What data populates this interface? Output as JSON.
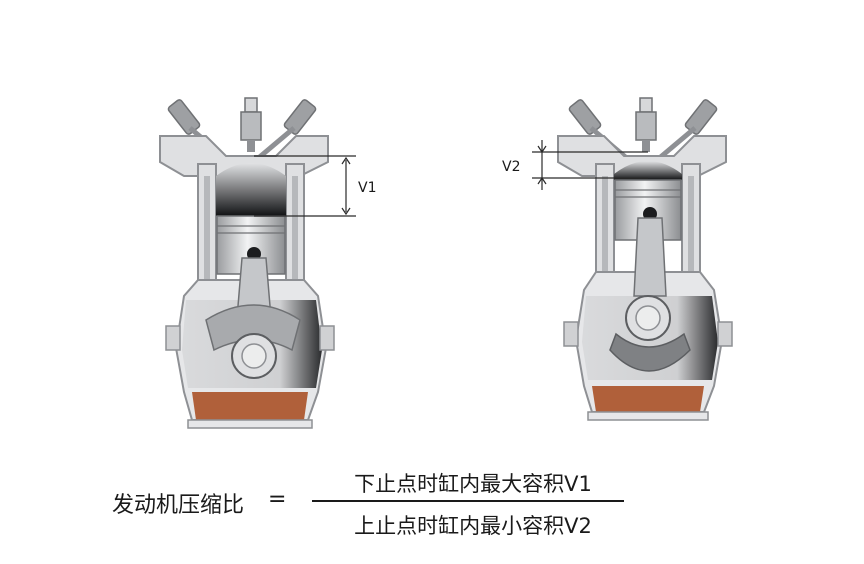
{
  "diagram": {
    "left_engine": {
      "dimension_label": "V1"
    },
    "right_engine": {
      "dimension_label": "V2"
    }
  },
  "formula": {
    "label": "发动机压缩比",
    "equals": "=",
    "numerator": "下止点时缸内最大容积V1",
    "denominator": "上止点时缸内最小容积V2"
  },
  "colors": {
    "engine_outline": "#8e9094",
    "engine_light": "#e6e7e9",
    "engine_dark": "#2b2c2e",
    "oil": "#b0603a",
    "combustion_gradient_top": "#e2e3e5",
    "combustion_gradient_bottom": "#111214"
  }
}
